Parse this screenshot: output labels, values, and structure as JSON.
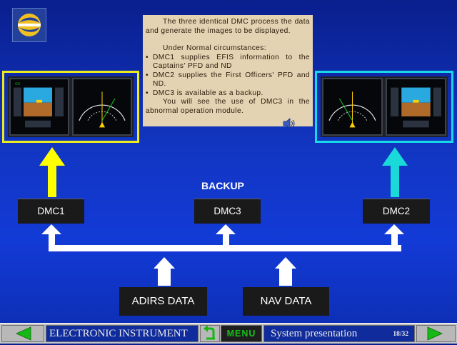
{
  "note": {
    "intro": "The three identical DMC process the data and generate the images to be displayed.",
    "heading": "Under Normal circumstances:",
    "bullets": [
      "DMC1 supplies EFIS information to the Captains' PFD and ND",
      "DMC2 supplies the First Officers' PFD and ND.",
      "DMC3 is available as a backup."
    ],
    "footer": "You will see the use of DMC3 in the abnormal operation module."
  },
  "diagram": {
    "backup_label": "BACKUP",
    "dmc1": "DMC1",
    "dmc3": "DMC3",
    "dmc2": "DMC2",
    "adirs": "ADIRS DATA",
    "navdata": "NAV DATA",
    "arrow_colors": {
      "left": "#ffff00",
      "right": "#19d9d9",
      "flow": "#ffffff"
    }
  },
  "navbar": {
    "section": "ELECTRONIC INSTRUMENT",
    "menu": "MENU",
    "subsection": "System presentation",
    "page": "18/32"
  },
  "icons": [
    "company-logo-icon",
    "speaker-icon",
    "back-arrow-icon",
    "return-icon",
    "forward-arrow-icon"
  ]
}
